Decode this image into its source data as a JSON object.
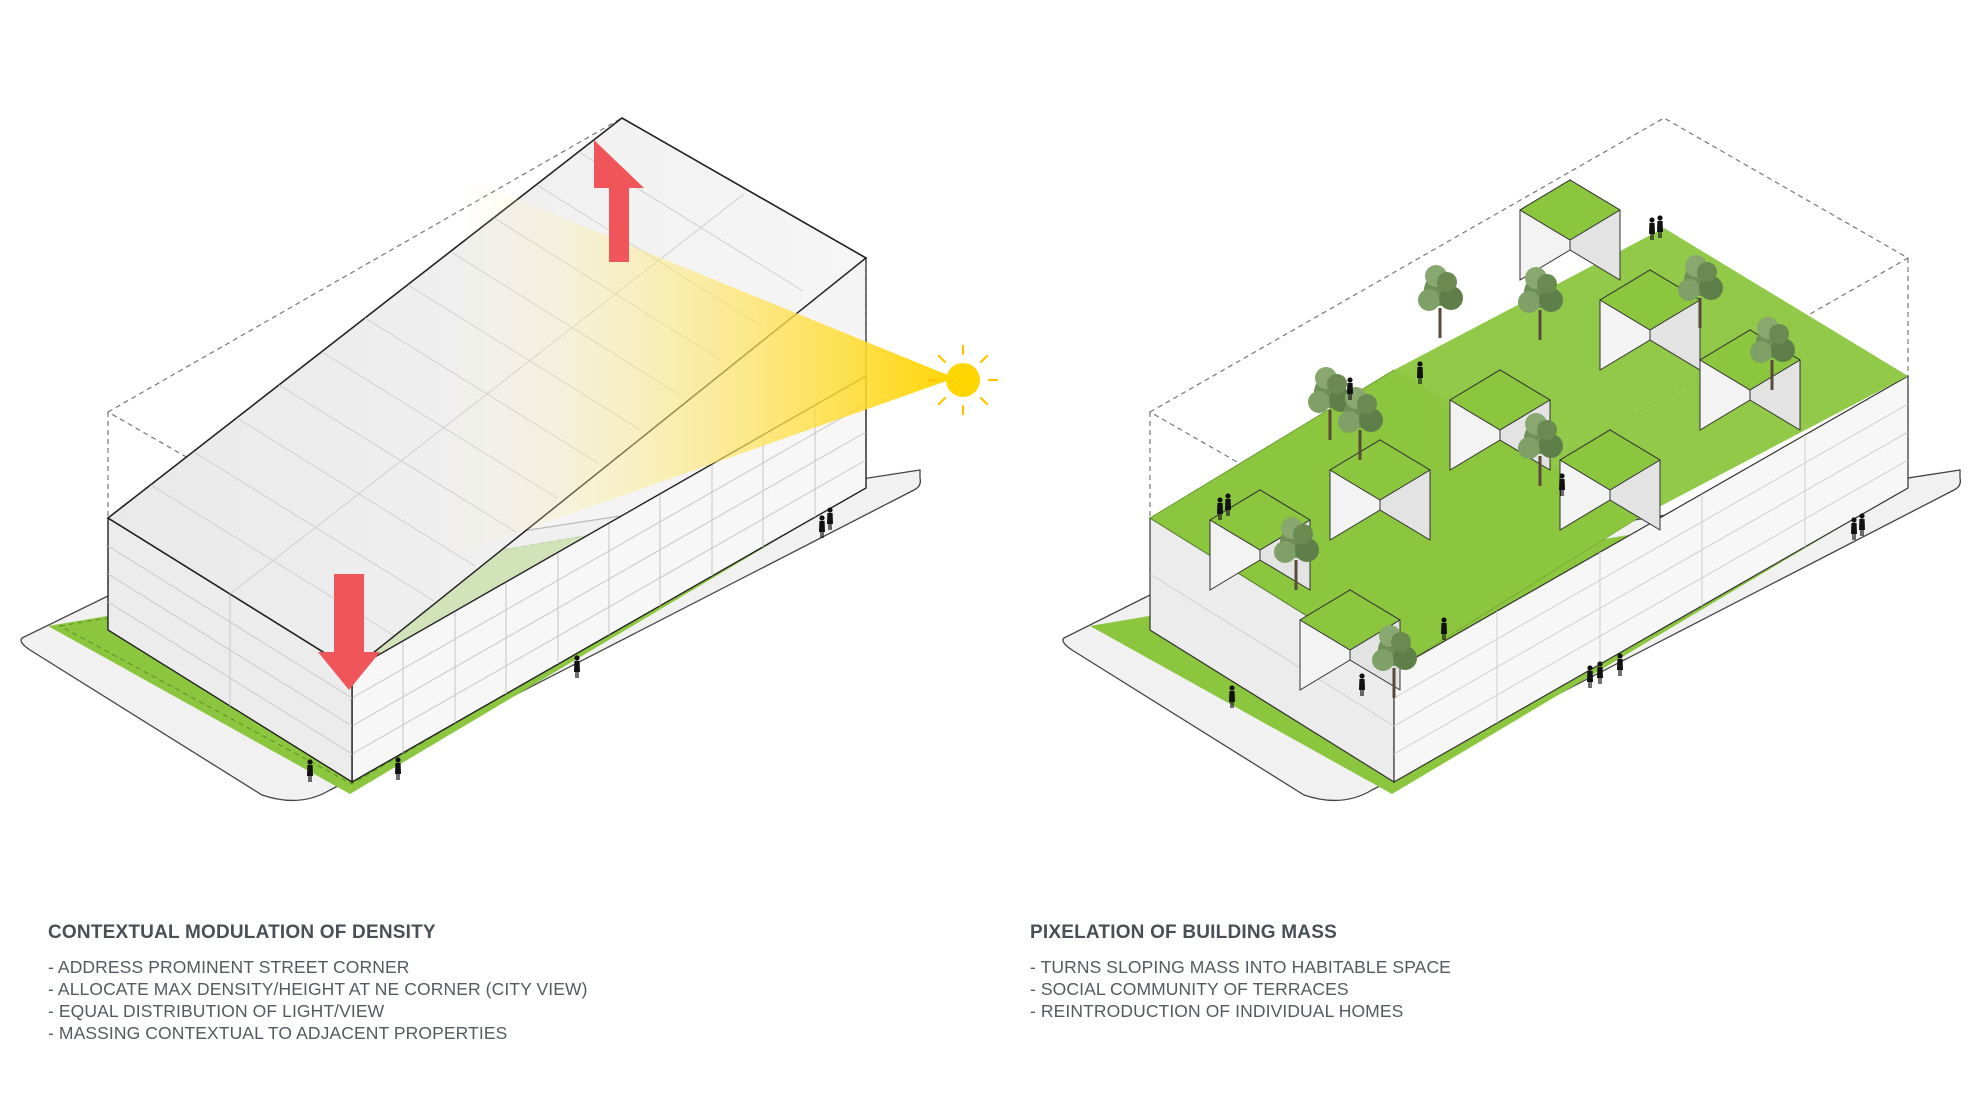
{
  "colors": {
    "green": "#8cc63f",
    "arrow_red": "#f0555a",
    "sun_yellow": "#ffd700",
    "text": "#555a60"
  },
  "left_diagram": {
    "title": "CONTEXTUAL MODULATION OF DENSITY",
    "points": [
      "- ADDRESS PROMINENT STREET CORNER",
      "- ALLOCATE MAX DENSITY/HEIGHT AT NE CORNER (CITY VIEW)",
      "- EQUAL DISTRIBUTION OF LIGHT/VIEW",
      "- MASSING CONTEXTUAL TO ADJACENT PROPERTIES"
    ],
    "icons": [
      "arrow-up-icon",
      "arrow-down-icon",
      "sun-icon"
    ]
  },
  "right_diagram": {
    "title": "PIXELATION OF BUILDING MASS",
    "points": [
      "- TURNS SLOPING MASS INTO HABITABLE SPACE",
      "- SOCIAL COMMUNITY OF TERRACES",
      "- REINTRODUCTION OF INDIVIDUAL HOMES"
    ],
    "icons": [
      "tree-icon",
      "person-icon"
    ]
  }
}
